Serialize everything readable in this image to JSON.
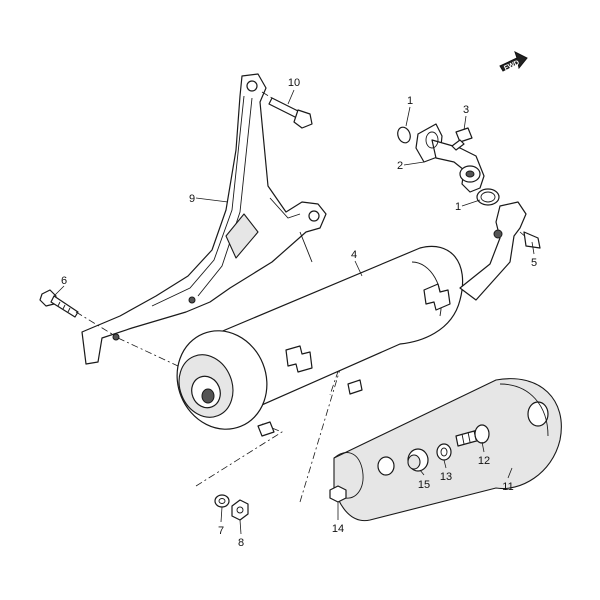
{
  "direction_badge": "FWD",
  "callouts": {
    "c1a": "1",
    "c1b": "1",
    "c2": "2",
    "c3": "3",
    "c4": "4",
    "c5": "5",
    "c6": "6",
    "c7": "7",
    "c8": "8",
    "c9": "9",
    "c10": "10",
    "c11": "11",
    "c12": "12",
    "c13": "13",
    "c14": "14",
    "c15": "15"
  }
}
